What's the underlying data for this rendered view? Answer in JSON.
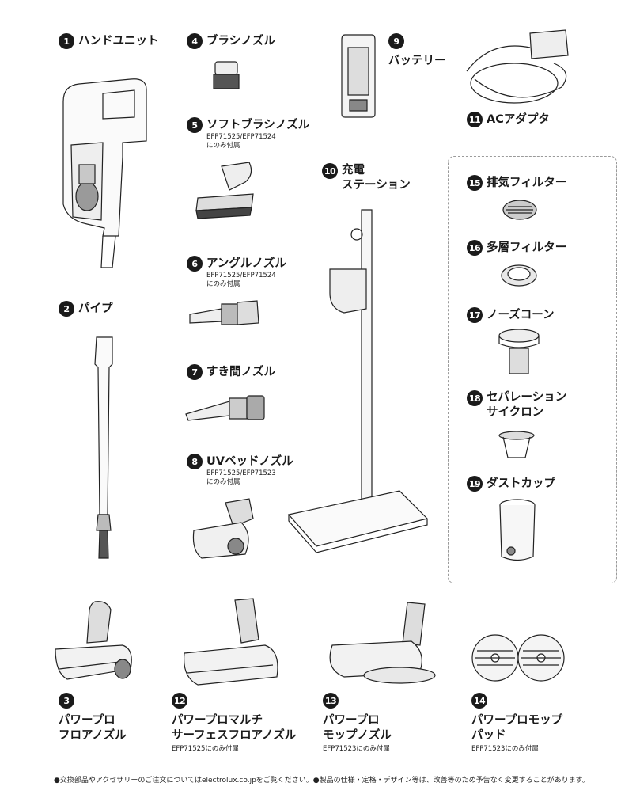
{
  "parts": [
    {
      "num": "1",
      "label": "ハンドユニット",
      "note": ""
    },
    {
      "num": "2",
      "label": "パイプ",
      "note": ""
    },
    {
      "num": "3",
      "label": "パワープロ\nフロアノズル",
      "note": ""
    },
    {
      "num": "4",
      "label": "ブラシノズル",
      "note": ""
    },
    {
      "num": "5",
      "label": "ソフトブラシノズル",
      "note": "EFP71525/EFP71524\nにのみ付属"
    },
    {
      "num": "6",
      "label": "アングルノズル",
      "note": "EFP71525/EFP71524\nにのみ付属"
    },
    {
      "num": "7",
      "label": "すき間ノズル",
      "note": ""
    },
    {
      "num": "8",
      "label": "UVベッドノズル",
      "note": "EFP71525/EFP71523\nにのみ付属"
    },
    {
      "num": "9",
      "label": "バッテリー",
      "note": ""
    },
    {
      "num": "10",
      "label": "充電\nステーション",
      "note": ""
    },
    {
      "num": "11",
      "label": "ACアダプタ",
      "note": ""
    },
    {
      "num": "12",
      "label": "パワープロマルチ\nサーフェスフロアノズル",
      "note": "EFP71525にのみ付属"
    },
    {
      "num": "13",
      "label": "パワープロ\nモップノズル",
      "note": "EFP71523にのみ付属"
    },
    {
      "num": "14",
      "label": "パワープロモップ\nパッド",
      "note": "EFP71523にのみ付属"
    },
    {
      "num": "15",
      "label": "排気フィルター",
      "note": ""
    },
    {
      "num": "16",
      "label": "多層フィルター",
      "note": ""
    },
    {
      "num": "17",
      "label": "ノーズコーン",
      "note": ""
    },
    {
      "num": "18",
      "label": "セパレーション\nサイクロン",
      "note": ""
    },
    {
      "num": "19",
      "label": "ダストカップ",
      "note": ""
    }
  ],
  "footer": "●交換部品やアクセサリーのご注文についてはelectrolux.co.jpをご覧ください。●製品の仕様・定格・デザイン等は、改善等のため予告なく変更することがあります。"
}
